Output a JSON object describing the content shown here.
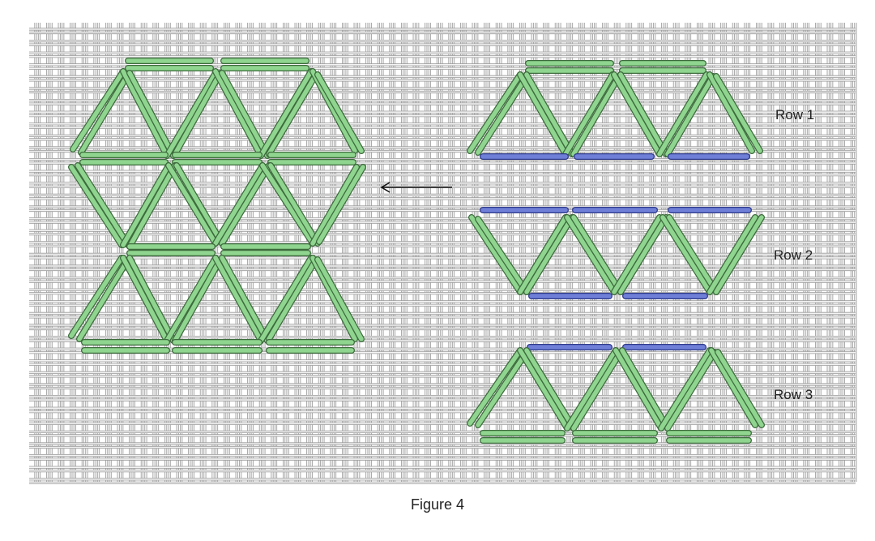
{
  "figure": {
    "caption": "Figure 4",
    "rows": [
      {
        "label": "Row 1"
      },
      {
        "label": "Row 2"
      },
      {
        "label": "Row 3"
      }
    ],
    "colors": {
      "canvas_thread": "#c9c9c9",
      "canvas_thread_outline": "#9a9a9a",
      "green_stitch": "#8fd48f",
      "green_stitch_outline": "#3d6b3d",
      "blue_stitch": "#6f7fd8",
      "blue_stitch_outline": "#2f3a8a",
      "arrow": "#111111"
    },
    "icons": [
      "left-arrow-icon"
    ]
  }
}
